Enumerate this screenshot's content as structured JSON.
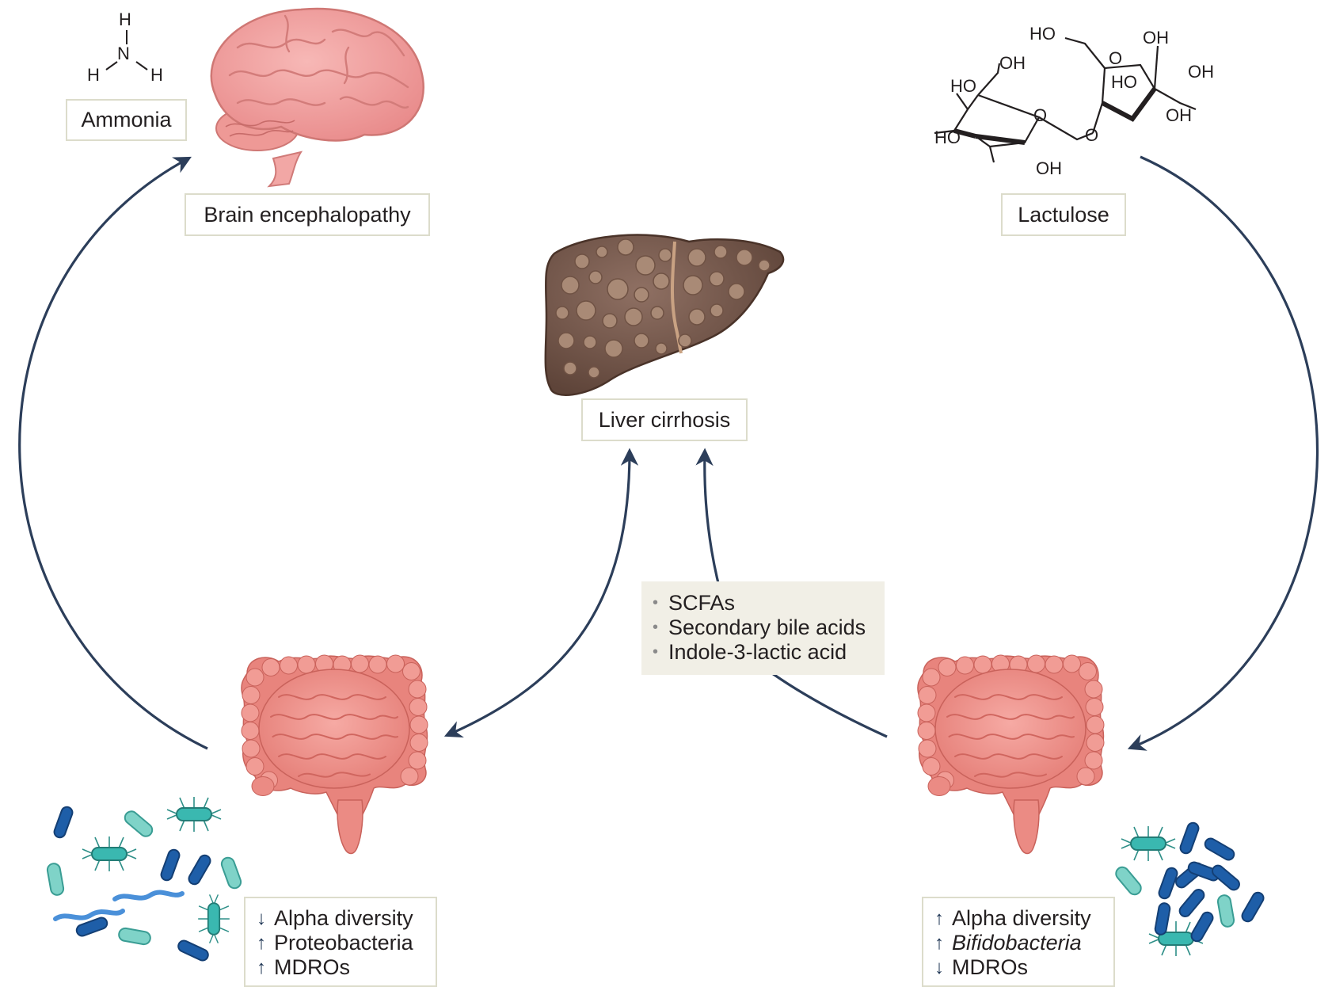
{
  "ammonia": {
    "label": "Ammonia",
    "atoms": [
      "H",
      "N",
      "H",
      "H"
    ]
  },
  "brain": {
    "label": "Brain encephalopathy"
  },
  "lactulose": {
    "label": "Lactulose",
    "atoms": [
      "HO",
      "OH",
      "OH",
      "HO",
      "HO",
      "OH",
      "HO",
      "OH",
      "O",
      "O",
      "O",
      "OH"
    ]
  },
  "liver": {
    "label": "Liver cirrhosis"
  },
  "metabolites": {
    "items": [
      "SCFAs",
      "Secondary bile acids",
      "Indole-3-lactic acid"
    ]
  },
  "left_gut": {
    "items": [
      {
        "arrow": "↓",
        "text": "Alpha diversity"
      },
      {
        "arrow": "↑",
        "text": "Proteobacteria"
      },
      {
        "arrow": "↑",
        "text": "MDROs"
      }
    ]
  },
  "right_gut": {
    "items": [
      {
        "arrow": "↑",
        "text": "Alpha diversity"
      },
      {
        "arrow": "↑",
        "text": "Bifidobacteria"
      },
      {
        "arrow": "↓",
        "text": "MDROs"
      }
    ]
  },
  "colors": {
    "arrow": "#2c3e5a",
    "brain": "#f0a0a0",
    "liver": "#7a5c4e",
    "liver_nodule": "#a98a76",
    "intestine": "#ee8c86",
    "intestine_dark": "#d9665f",
    "bacteria_teal": "#3ab8b0",
    "bacteria_blue": "#1e5ea8",
    "label_border": "#dcdccb",
    "metabolite_box": "#f1efe6"
  }
}
